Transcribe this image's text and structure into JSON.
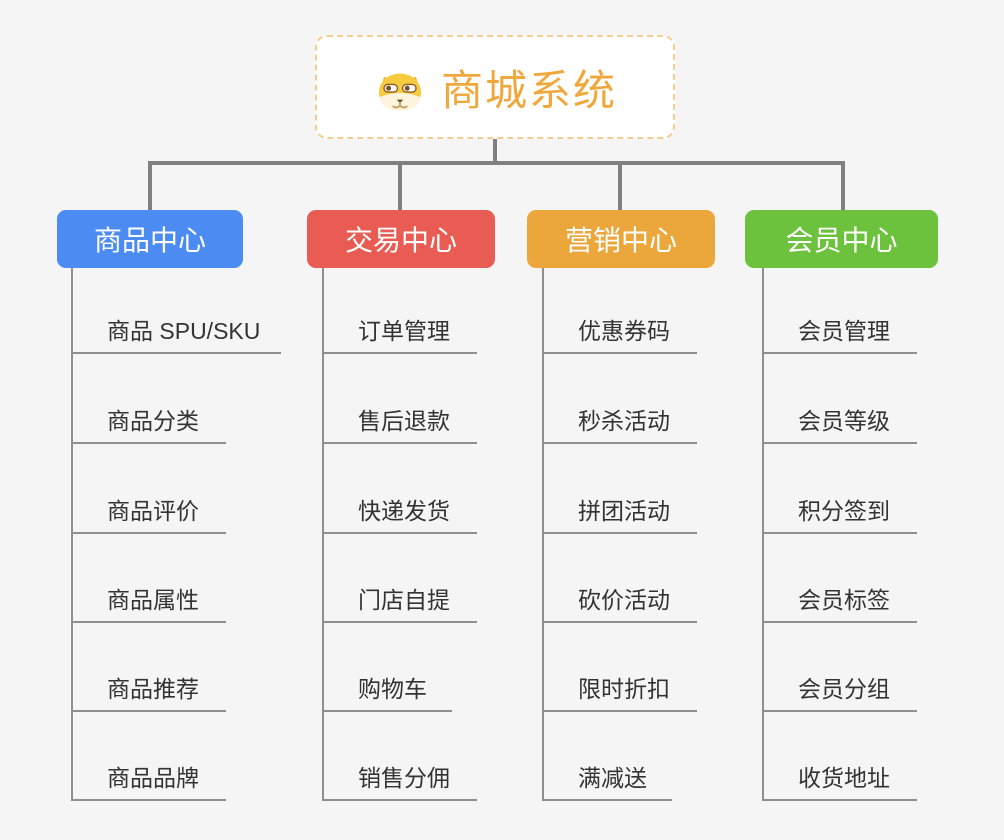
{
  "root": {
    "title": "商城系统",
    "icon": "dog-icon",
    "title_color": "#f0a73c",
    "border_color": "#f6cd90"
  },
  "connector_color": "#808080",
  "leaf_line_color": "#8f8f8f",
  "leaf_text_color": "#333333",
  "branches": [
    {
      "label": "商品中心",
      "color": "#4c8bf2",
      "items": [
        "商品 SPU/SKU",
        "商品分类",
        "商品评价",
        "商品属性",
        "商品推荐",
        "商品品牌"
      ]
    },
    {
      "label": "交易中心",
      "color": "#e95c54",
      "items": [
        "订单管理",
        "售后退款",
        "快递发货",
        "门店自提",
        "购物车",
        "销售分佣"
      ]
    },
    {
      "label": "营销中心",
      "color": "#eba63c",
      "items": [
        "优惠券码",
        "秒杀活动",
        "拼团活动",
        "砍价活动",
        "限时折扣",
        "满减送"
      ]
    },
    {
      "label": "会员中心",
      "color": "#6cc13d",
      "items": [
        "会员管理",
        "会员等级",
        "积分签到",
        "会员标签",
        "会员分组",
        "收货地址"
      ]
    }
  ]
}
